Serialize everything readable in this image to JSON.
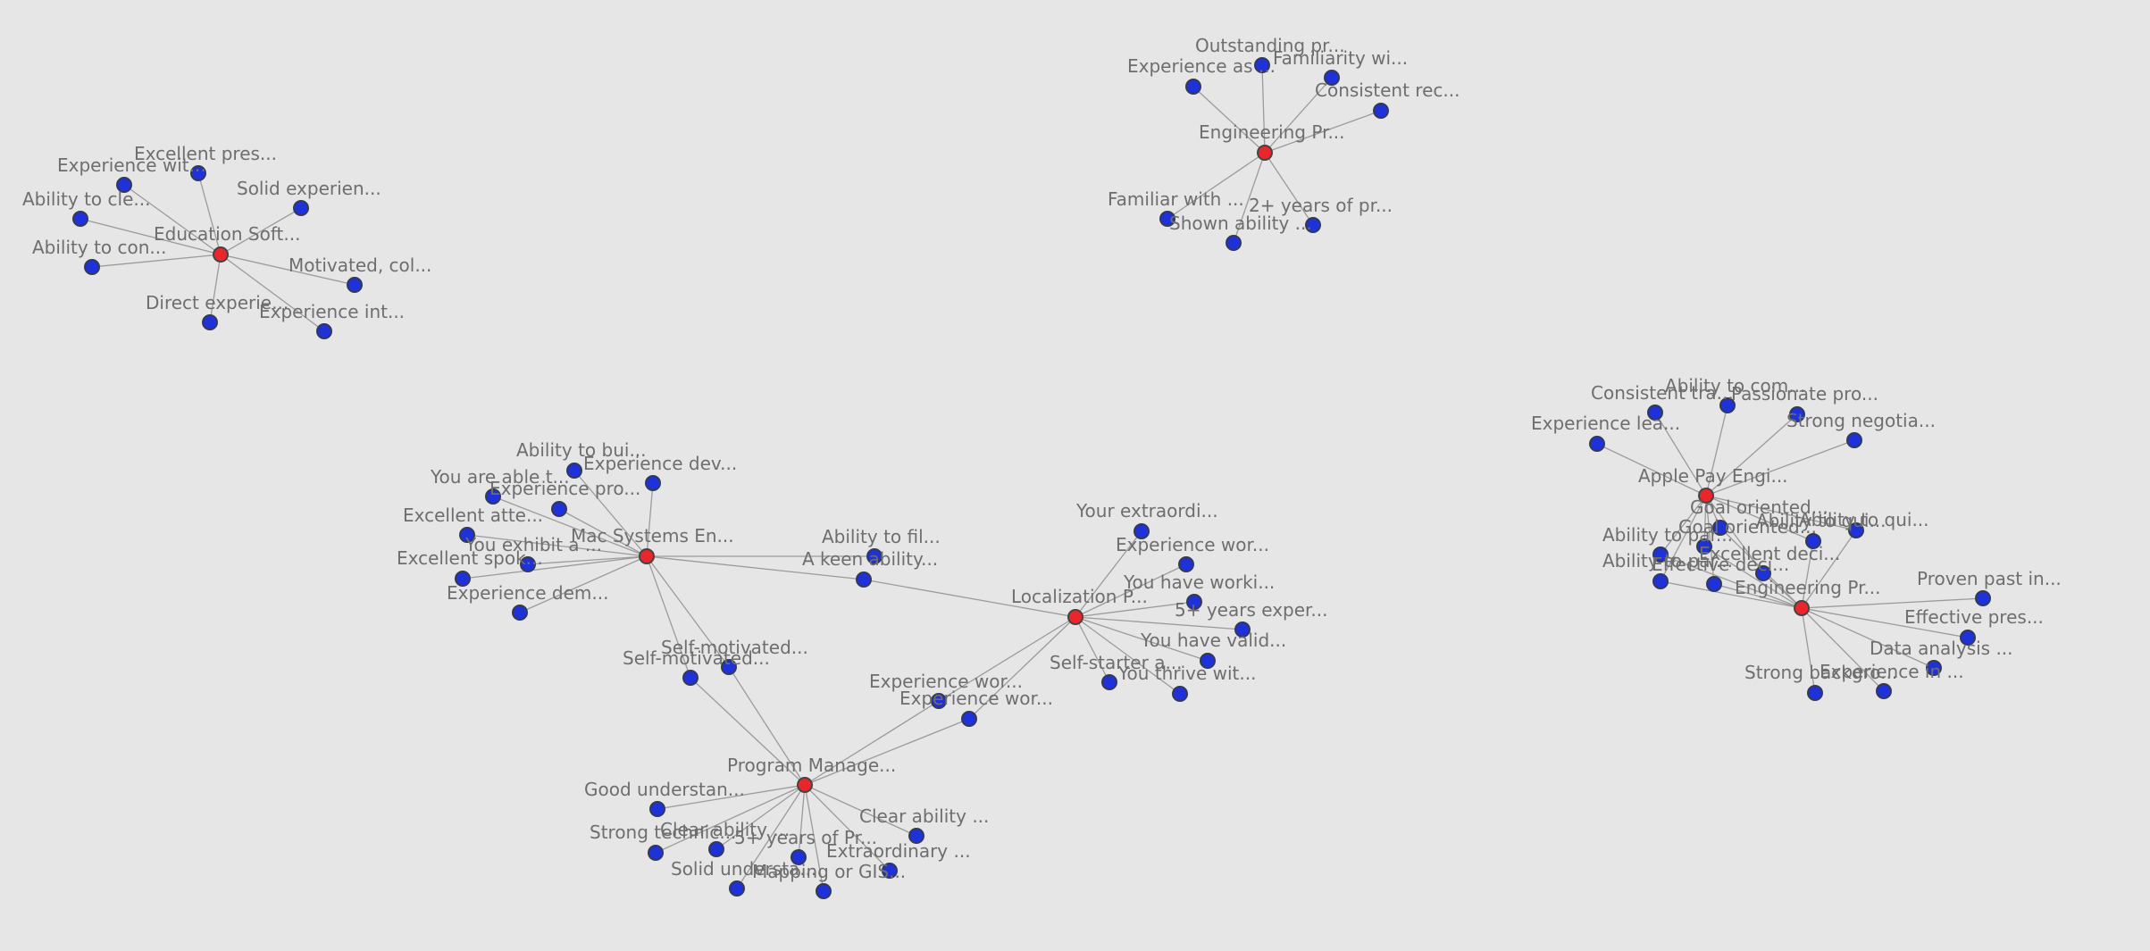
{
  "colors": {
    "background": "#e6e6e6",
    "hub": "#e8262b",
    "leaf": "#1f31d8",
    "edge": "#9b9b9b",
    "label": "#6e6e6e"
  },
  "nodes": [
    {
      "id": "edu",
      "label": "Education Soft...",
      "type": "hub"
    },
    {
      "id": "edu1",
      "label": "Excellent pres...",
      "type": "leaf"
    },
    {
      "id": "edu2",
      "label": "Experience wit...",
      "type": "leaf"
    },
    {
      "id": "edu3",
      "label": "Solid experien...",
      "type": "leaf"
    },
    {
      "id": "edu4",
      "label": "Ability to cle...",
      "type": "leaf"
    },
    {
      "id": "edu5",
      "label": "Ability to con...",
      "type": "leaf"
    },
    {
      "id": "edu6",
      "label": "Motivated, col...",
      "type": "leaf"
    },
    {
      "id": "edu7",
      "label": "Direct experie...",
      "type": "leaf"
    },
    {
      "id": "edu8",
      "label": "Experience int...",
      "type": "leaf"
    },
    {
      "id": "eng1",
      "label": "Engineering Pr...",
      "type": "hub"
    },
    {
      "id": "eng1a",
      "label": "Outstanding pr...",
      "type": "leaf"
    },
    {
      "id": "eng1b",
      "label": "Experience as ...",
      "type": "leaf"
    },
    {
      "id": "eng1c",
      "label": "Familiarity wi...",
      "type": "leaf"
    },
    {
      "id": "eng1d",
      "label": "Consistent rec...",
      "type": "leaf"
    },
    {
      "id": "eng1e",
      "label": "Familiar with ...",
      "type": "leaf"
    },
    {
      "id": "eng1f",
      "label": "2+ years of pr...",
      "type": "leaf"
    },
    {
      "id": "eng1g",
      "label": "Shown ability ...",
      "type": "leaf"
    },
    {
      "id": "mac",
      "label": "Mac Systems En...",
      "type": "hub"
    },
    {
      "id": "mac1",
      "label": "Ability to bui...",
      "type": "leaf"
    },
    {
      "id": "mac2",
      "label": "Experience dev...",
      "type": "leaf"
    },
    {
      "id": "mac3",
      "label": "You are able t...",
      "type": "leaf"
    },
    {
      "id": "mac4",
      "label": "Experience pro...",
      "type": "leaf"
    },
    {
      "id": "mac5",
      "label": "Excellent atte...",
      "type": "leaf"
    },
    {
      "id": "mac6",
      "label": "You exhibit a ...",
      "type": "leaf"
    },
    {
      "id": "mac7",
      "label": "Excellent spok...",
      "type": "leaf"
    },
    {
      "id": "mac8",
      "label": "Experience dem...",
      "type": "leaf"
    },
    {
      "id": "shared1",
      "label": "Self-motivated...",
      "type": "leaf"
    },
    {
      "id": "shared2",
      "label": "Self-motivated...",
      "type": "leaf"
    },
    {
      "id": "shared3",
      "label": "A keen ability...",
      "type": "leaf"
    },
    {
      "id": "mac9",
      "label": "Ability to fil...",
      "type": "leaf"
    },
    {
      "id": "loc",
      "label": "Localization P...",
      "type": "hub"
    },
    {
      "id": "loc1",
      "label": "Your extraordi...",
      "type": "leaf"
    },
    {
      "id": "loc2",
      "label": "Experience wor...",
      "type": "leaf"
    },
    {
      "id": "loc3",
      "label": "You have worki...",
      "type": "leaf"
    },
    {
      "id": "loc4",
      "label": "5+ years exper...",
      "type": "leaf"
    },
    {
      "id": "loc5",
      "label": "You have valid...",
      "type": "leaf"
    },
    {
      "id": "loc6",
      "label": "Self-starter a...",
      "type": "leaf"
    },
    {
      "id": "loc7",
      "label": "You thrive wit...",
      "type": "leaf"
    },
    {
      "id": "shared4",
      "label": "Experience wor...",
      "type": "leaf"
    },
    {
      "id": "shared5",
      "label": "Experience wor...",
      "type": "leaf"
    },
    {
      "id": "pm",
      "label": "Program Manage...",
      "type": "hub"
    },
    {
      "id": "pm1",
      "label": "Good understan...",
      "type": "leaf"
    },
    {
      "id": "pm2",
      "label": "Strong technic...",
      "type": "leaf"
    },
    {
      "id": "pm3",
      "label": "Clear ability ...",
      "type": "leaf"
    },
    {
      "id": "pm4",
      "label": "5+ years of Pr...",
      "type": "leaf"
    },
    {
      "id": "pm5",
      "label": "Solid understa...",
      "type": "leaf"
    },
    {
      "id": "pm6",
      "label": "Mapping or GIS...",
      "type": "leaf"
    },
    {
      "id": "pm7",
      "label": "Clear ability ...",
      "type": "leaf"
    },
    {
      "id": "pm8",
      "label": "Extraordinary ...",
      "type": "leaf"
    },
    {
      "id": "apple",
      "label": "Apple Pay Engi...",
      "type": "hub"
    },
    {
      "id": "ap1",
      "label": "Consistent tra...",
      "type": "leaf"
    },
    {
      "id": "ap2",
      "label": "Ability to com...",
      "type": "leaf"
    },
    {
      "id": "ap3",
      "label": "Passionate pro...",
      "type": "leaf"
    },
    {
      "id": "ap4",
      "label": "Strong negotia...",
      "type": "leaf"
    },
    {
      "id": "ap5",
      "label": "Experience lea...",
      "type": "leaf"
    },
    {
      "id": "shared6",
      "label": "Goal oriented...",
      "type": "leaf"
    },
    {
      "id": "shared7",
      "label": "Goal oriented...",
      "type": "leaf"
    },
    {
      "id": "shared8",
      "label": "Ability to qui...",
      "type": "leaf"
    },
    {
      "id": "shared9",
      "label": "Ability to qui...",
      "type": "leaf"
    },
    {
      "id": "shared10",
      "label": "Ability to par...",
      "type": "leaf"
    },
    {
      "id": "shared11",
      "label": "Ability to par...",
      "type": "leaf"
    },
    {
      "id": "shared12",
      "label": "Excellent deci...",
      "type": "leaf"
    },
    {
      "id": "shared13",
      "label": "Effective deci...",
      "type": "leaf"
    },
    {
      "id": "eng2",
      "label": "Engineering Pr...",
      "type": "hub"
    },
    {
      "id": "eng2a",
      "label": "Proven past in...",
      "type": "leaf"
    },
    {
      "id": "eng2b",
      "label": "Effective pres...",
      "type": "leaf"
    },
    {
      "id": "eng2c",
      "label": "Data analysis ...",
      "type": "leaf"
    },
    {
      "id": "eng2d",
      "label": "Experience in ...",
      "type": "leaf"
    },
    {
      "id": "eng2e",
      "label": "Strong backgro...",
      "type": "leaf"
    }
  ],
  "edges": [
    [
      "edu",
      "edu1"
    ],
    [
      "edu",
      "edu2"
    ],
    [
      "edu",
      "edu3"
    ],
    [
      "edu",
      "edu4"
    ],
    [
      "edu",
      "edu5"
    ],
    [
      "edu",
      "edu6"
    ],
    [
      "edu",
      "edu7"
    ],
    [
      "edu",
      "edu8"
    ],
    [
      "eng1",
      "eng1a"
    ],
    [
      "eng1",
      "eng1b"
    ],
    [
      "eng1",
      "eng1c"
    ],
    [
      "eng1",
      "eng1d"
    ],
    [
      "eng1",
      "eng1e"
    ],
    [
      "eng1",
      "eng1f"
    ],
    [
      "eng1",
      "eng1g"
    ],
    [
      "mac",
      "mac1"
    ],
    [
      "mac",
      "mac2"
    ],
    [
      "mac",
      "mac3"
    ],
    [
      "mac",
      "mac4"
    ],
    [
      "mac",
      "mac5"
    ],
    [
      "mac",
      "mac6"
    ],
    [
      "mac",
      "mac7"
    ],
    [
      "mac",
      "mac8"
    ],
    [
      "mac",
      "shared1"
    ],
    [
      "mac",
      "shared2"
    ],
    [
      "mac",
      "shared3"
    ],
    [
      "mac",
      "mac9"
    ],
    [
      "loc",
      "loc1"
    ],
    [
      "loc",
      "loc2"
    ],
    [
      "loc",
      "loc3"
    ],
    [
      "loc",
      "loc4"
    ],
    [
      "loc",
      "loc5"
    ],
    [
      "loc",
      "loc6"
    ],
    [
      "loc",
      "loc7"
    ],
    [
      "loc",
      "shared3"
    ],
    [
      "loc",
      "shared4"
    ],
    [
      "loc",
      "shared5"
    ],
    [
      "pm",
      "shared1"
    ],
    [
      "pm",
      "shared2"
    ],
    [
      "pm",
      "shared4"
    ],
    [
      "pm",
      "shared5"
    ],
    [
      "pm",
      "pm1"
    ],
    [
      "pm",
      "pm2"
    ],
    [
      "pm",
      "pm3"
    ],
    [
      "pm",
      "pm4"
    ],
    [
      "pm",
      "pm5"
    ],
    [
      "pm",
      "pm6"
    ],
    [
      "pm",
      "pm7"
    ],
    [
      "pm",
      "pm8"
    ],
    [
      "apple",
      "ap1"
    ],
    [
      "apple",
      "ap2"
    ],
    [
      "apple",
      "ap3"
    ],
    [
      "apple",
      "ap4"
    ],
    [
      "apple",
      "ap5"
    ],
    [
      "apple",
      "shared6"
    ],
    [
      "apple",
      "shared7"
    ],
    [
      "apple",
      "shared8"
    ],
    [
      "apple",
      "shared9"
    ],
    [
      "apple",
      "shared10"
    ],
    [
      "apple",
      "shared11"
    ],
    [
      "apple",
      "shared12"
    ],
    [
      "apple",
      "shared13"
    ],
    [
      "eng2",
      "shared6"
    ],
    [
      "eng2",
      "shared7"
    ],
    [
      "eng2",
      "shared8"
    ],
    [
      "eng2",
      "shared9"
    ],
    [
      "eng2",
      "shared10"
    ],
    [
      "eng2",
      "shared11"
    ],
    [
      "eng2",
      "shared12"
    ],
    [
      "eng2",
      "shared13"
    ],
    [
      "eng2",
      "eng2a"
    ],
    [
      "eng2",
      "eng2b"
    ],
    [
      "eng2",
      "eng2c"
    ],
    [
      "eng2",
      "eng2d"
    ],
    [
      "eng2",
      "eng2e"
    ]
  ]
}
